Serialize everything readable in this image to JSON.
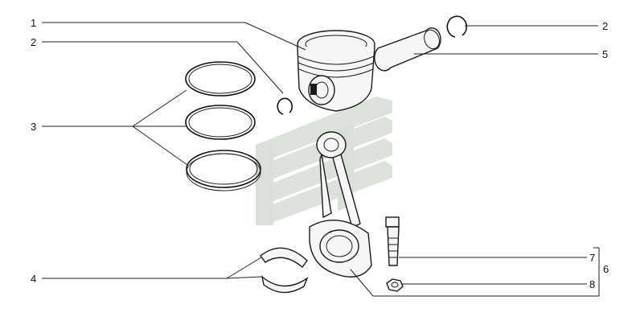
{
  "callouts": {
    "c1": "1",
    "c2_left": "2",
    "c2_right": "2",
    "c3": "3",
    "c4": "4",
    "c5": "5",
    "c6": "6",
    "c7": "7",
    "c8": "8"
  },
  "colors": {
    "watermark": "#c9d0c9",
    "line": "#222222"
  }
}
